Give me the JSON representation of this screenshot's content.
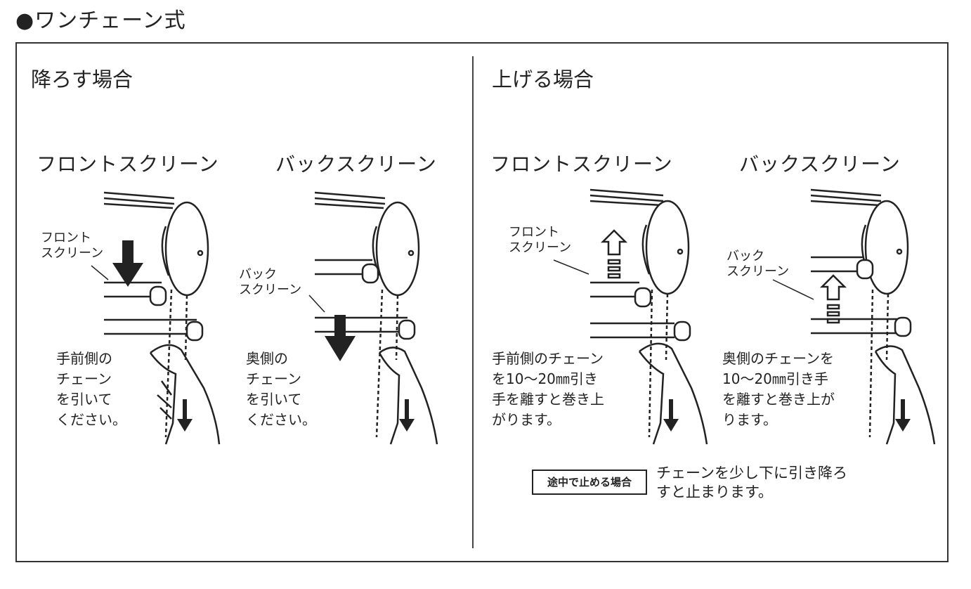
{
  "page_title": "●ワンチェーン式",
  "sections": [
    {
      "title": "降ろす場合",
      "panels": [
        {
          "screen_title": "フロントスクリーン",
          "label_lines": [
            "フロント",
            "スクリーン"
          ],
          "caption_lines": [
            "手前側の",
            "チェーン",
            "を引いて",
            "ください。"
          ],
          "arrow_style": "solid-down"
        },
        {
          "screen_title": "バックスクリーン",
          "label_lines": [
            "バック",
            "スクリーン"
          ],
          "caption_lines": [
            "奥側の",
            "チェーン",
            "を引いて",
            "ください。"
          ],
          "arrow_style": "solid-down"
        }
      ]
    },
    {
      "title": "上げる場合",
      "panels": [
        {
          "screen_title": "フロントスクリーン",
          "label_lines": [
            "フロント",
            "スクリーン"
          ],
          "caption_lines": [
            "手前側のチェーン",
            "を10〜20㎜引き",
            "手を離すと巻き上",
            "がります。"
          ],
          "arrow_style": "outline-up"
        },
        {
          "screen_title": "バックスクリーン",
          "label_lines": [
            "バック",
            "スクリーン"
          ],
          "caption_lines": [
            "奥側のチェーンを",
            "10〜20㎜引き手",
            "を離すと巻き上が",
            "ります。"
          ],
          "arrow_style": "outline-up"
        }
      ],
      "note": {
        "box_label": "途中で止める場合",
        "text_lines": [
          "チェーンを少し下に引き降ろ",
          "すと止まります。"
        ]
      }
    }
  ],
  "colors": {
    "ink": "#222222",
    "frame": "#333333",
    "background": "#ffffff"
  }
}
